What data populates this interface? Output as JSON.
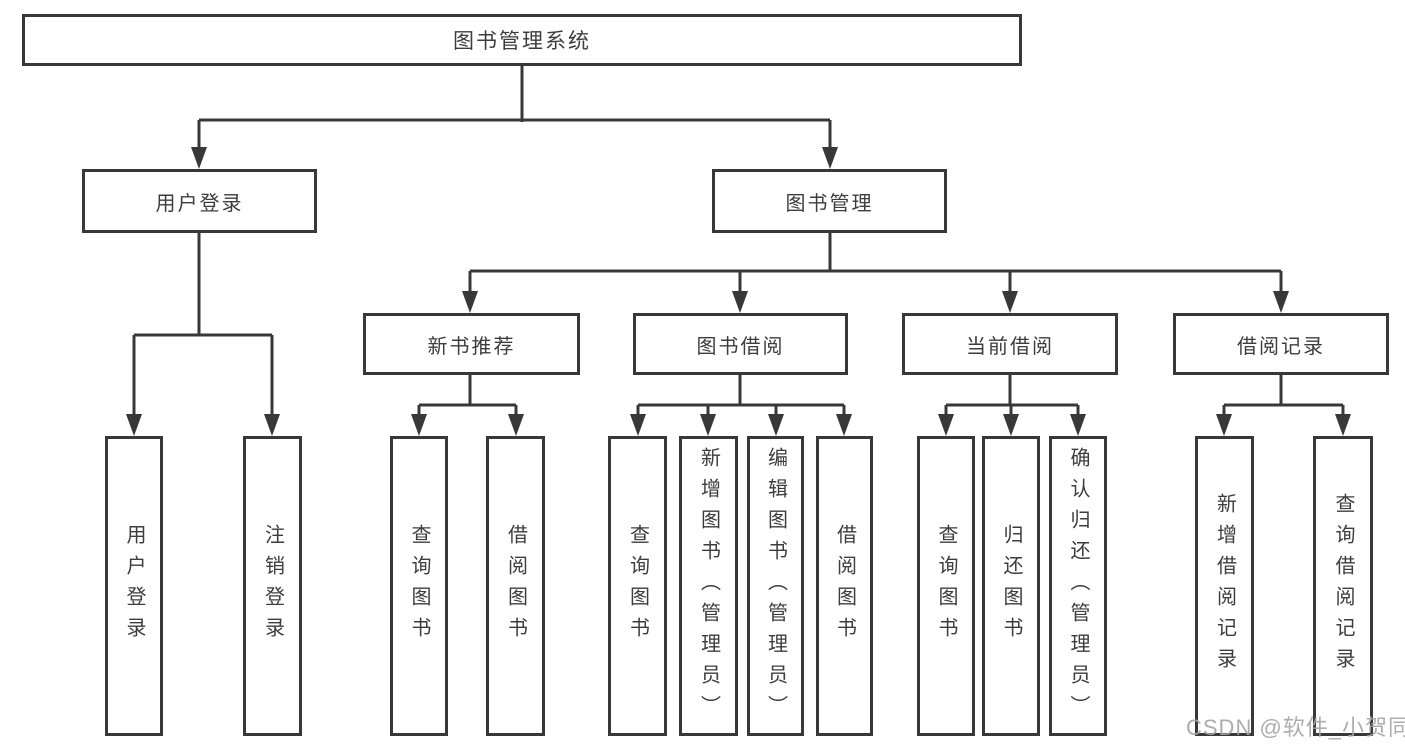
{
  "tree": {
    "label": "图书管理系统",
    "children": [
      {
        "label": "用户登录",
        "children": [
          {
            "label": "用户登录"
          },
          {
            "label": "注销登录"
          }
        ]
      },
      {
        "label": "图书管理",
        "children": [
          {
            "label": "新书推荐",
            "children": [
              {
                "label": "查询图书"
              },
              {
                "label": "借阅图书"
              }
            ]
          },
          {
            "label": "图书借阅",
            "children": [
              {
                "label": "查询图书"
              },
              {
                "label": "新增图书（管理员）"
              },
              {
                "label": "编辑图书（管理员）"
              },
              {
                "label": "借阅图书"
              }
            ]
          },
          {
            "label": "当前借阅",
            "children": [
              {
                "label": "查询图书"
              },
              {
                "label": "归还图书"
              },
              {
                "label": "确认归还（管理员）"
              }
            ]
          },
          {
            "label": "借阅记录",
            "children": [
              {
                "label": "新增借阅记录"
              },
              {
                "label": "查询借阅记录"
              }
            ]
          }
        ]
      }
    ]
  },
  "watermark": {
    "text": "CSDN @软件_小贺同学"
  },
  "colors": {
    "line": "#383838",
    "text": "#3d3d3d",
    "background": "#ffffff",
    "watermark": "#a4a4a4"
  }
}
